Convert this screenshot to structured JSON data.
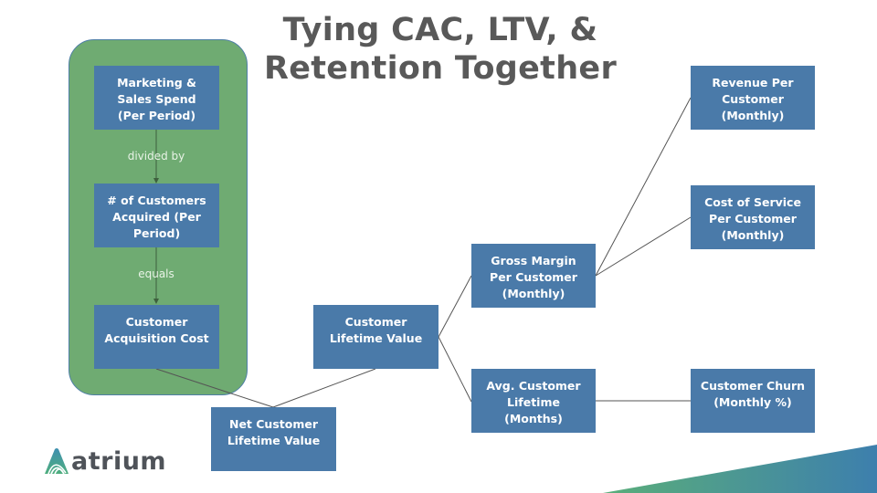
{
  "title": "Tying CAC, LTV, & Retention Together",
  "title_lines": [
    "Tying CAC, LTV, &",
    "Retention Together"
  ],
  "colors": {
    "box_fill": "#4a7aa9",
    "group_fill": "#6fab72",
    "title_text": "#595959",
    "connector": "#555555",
    "gradient_start": "#5aae7a",
    "gradient_end": "#3d7fad"
  },
  "nodes": {
    "marketing_spend": [
      "Marketing &",
      "Sales Spend",
      "(Per Period)"
    ],
    "customers_acquired": [
      "# of Customers",
      "Acquired (Per",
      "Period)"
    ],
    "cac": [
      "Customer",
      "Acquisition Cost"
    ],
    "clv": [
      "Customer",
      "Lifetime Value"
    ],
    "net_clv": [
      "Net Customer",
      "Lifetime Value"
    ],
    "gross_margin": [
      "Gross Margin",
      "Per Customer",
      "(Monthly)"
    ],
    "avg_lifetime": [
      "Avg. Customer",
      "Lifetime",
      "(Months)"
    ],
    "revenue": [
      "Revenue Per",
      "Customer",
      "(Monthly)"
    ],
    "cost_of_service": [
      "Cost of Service",
      "Per Customer",
      "(Monthly)"
    ],
    "churn": [
      "Customer Churn",
      "(Monthly %)"
    ]
  },
  "edge_labels": {
    "divided_by": "divided by",
    "equals": "equals"
  },
  "logo": {
    "icon": "atrium-arch-icon",
    "text": "atrium"
  }
}
